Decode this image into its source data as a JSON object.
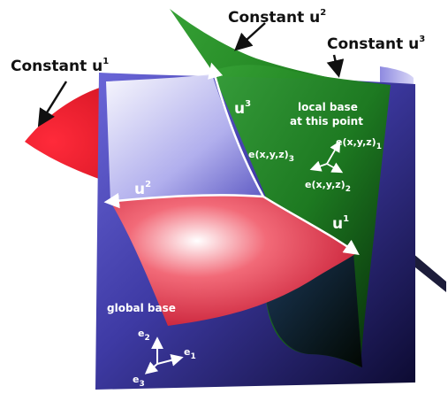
{
  "callouts": {
    "u1": {
      "text": "Constant u",
      "sup": "1"
    },
    "u2": {
      "text": "Constant u",
      "sup": "2"
    },
    "u3": {
      "text": "Constant u",
      "sup": "3"
    }
  },
  "curve_labels": {
    "u1": {
      "text": "u",
      "sup": "1"
    },
    "u2": {
      "text": "u",
      "sup": "2"
    },
    "u3": {
      "text": "u",
      "sup": "3"
    }
  },
  "local_base": {
    "line1": "local base",
    "line2": "at this point",
    "e1": {
      "text": "e(x,y,z)",
      "sub": "1"
    },
    "e2": {
      "text": "e(x,y,z)",
      "sub": "2"
    },
    "e3": {
      "text": "e(x,y,z)",
      "sub": "3"
    }
  },
  "global_base": {
    "label": "global base",
    "e1": {
      "text": "e",
      "sub": "1"
    },
    "e2": {
      "text": "e",
      "sub": "2"
    },
    "e3": {
      "text": "e",
      "sub": "3"
    }
  },
  "colors": {
    "red_surface": "#ee2233",
    "green_surface": "#1a7a1a",
    "blue_surface": "#3d3aa8",
    "curve_white": "#ffffff"
  }
}
